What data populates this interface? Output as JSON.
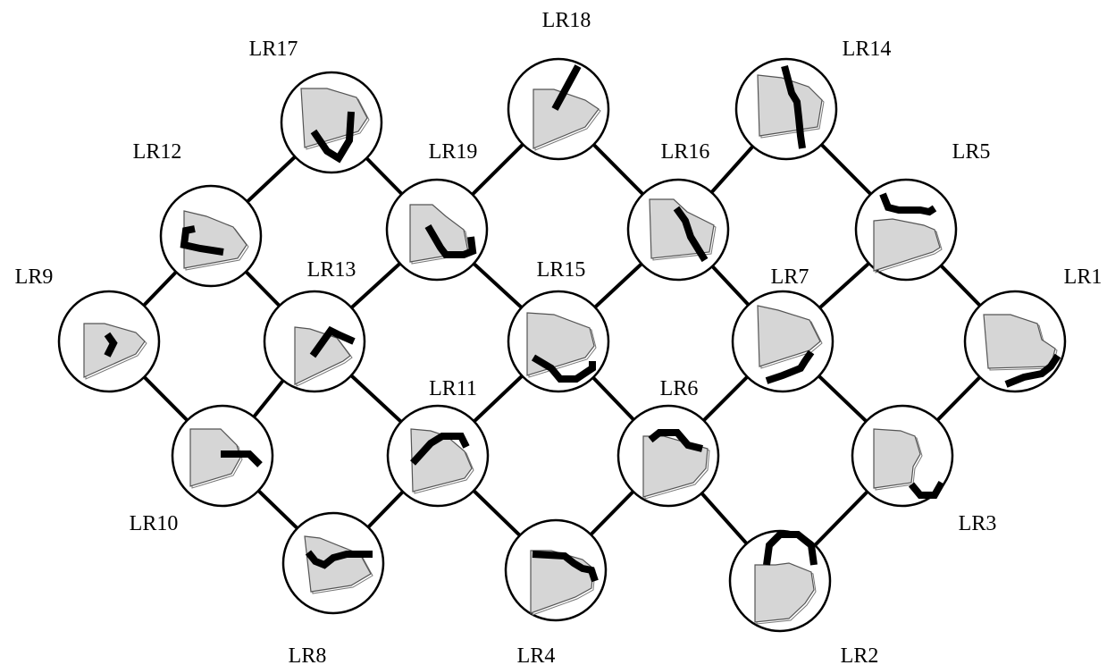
{
  "labels": {
    "LR1": "LR1",
    "LR2": "LR2",
    "LR3": "LR3",
    "LR4": "LR4",
    "LR5": "LR5",
    "LR6": "LR6",
    "LR7": "LR7",
    "LR8": "LR8",
    "LR9": "LR9",
    "LR10": "LR10",
    "LR11": "LR11",
    "LR12": "LR12",
    "LR13": "LR13",
    "LR14": "LR14",
    "LR15": "LR15",
    "LR16": "LR16",
    "LR17": "LR17",
    "LR18": "LR18",
    "LR19": "LR19"
  },
  "edges": [
    [
      "LR9",
      "LR12"
    ],
    [
      "LR9",
      "LR10"
    ],
    [
      "LR12",
      "LR17"
    ],
    [
      "LR12",
      "LR13"
    ],
    [
      "LR10",
      "LR13"
    ],
    [
      "LR10",
      "LR8"
    ],
    [
      "LR17",
      "LR19"
    ],
    [
      "LR13",
      "LR19"
    ],
    [
      "LR13",
      "LR11"
    ],
    [
      "LR8",
      "LR11"
    ],
    [
      "LR19",
      "LR18"
    ],
    [
      "LR19",
      "LR15"
    ],
    [
      "LR11",
      "LR15"
    ],
    [
      "LR11",
      "LR4"
    ],
    [
      "LR18",
      "LR16"
    ],
    [
      "LR15",
      "LR16"
    ],
    [
      "LR15",
      "LR6"
    ],
    [
      "LR4",
      "LR6"
    ],
    [
      "LR16",
      "LR14"
    ],
    [
      "LR16",
      "LR7"
    ],
    [
      "LR6",
      "LR7"
    ],
    [
      "LR6",
      "LR2"
    ],
    [
      "LR14",
      "LR5"
    ],
    [
      "LR7",
      "LR5"
    ],
    [
      "LR7",
      "LR3"
    ],
    [
      "LR2",
      "LR3"
    ],
    [
      "LR5",
      "LR1"
    ],
    [
      "LR3",
      "LR1"
    ]
  ]
}
